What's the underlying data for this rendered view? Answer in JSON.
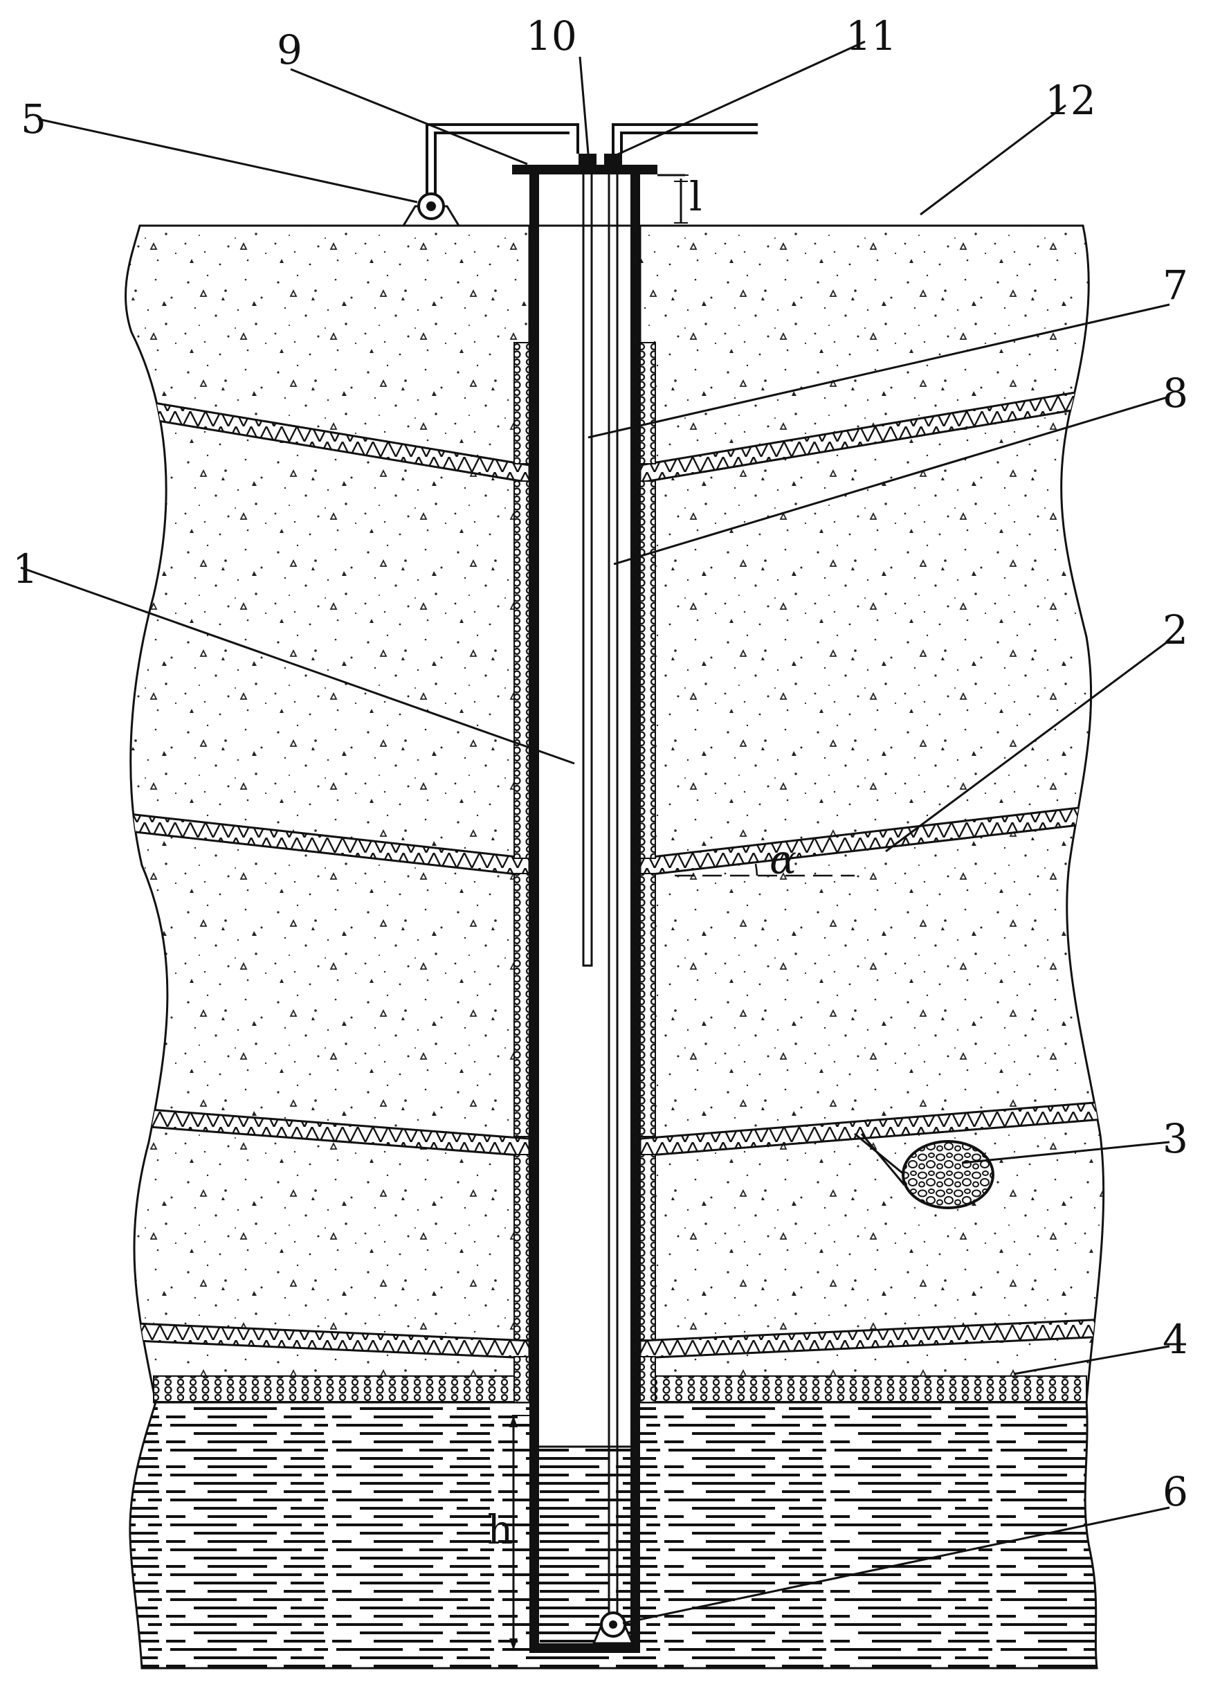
{
  "figure": {
    "labels": {
      "n1": "1",
      "n2": "2",
      "n3": "3",
      "n4": "4",
      "n5": "5",
      "n6": "6",
      "n7": "7",
      "n8": "8",
      "n9": "9",
      "n10": "10",
      "n11": "11",
      "n12": "12"
    },
    "dimensions": {
      "top_offset": "l",
      "water_depth": "h",
      "angle": "α"
    }
  }
}
